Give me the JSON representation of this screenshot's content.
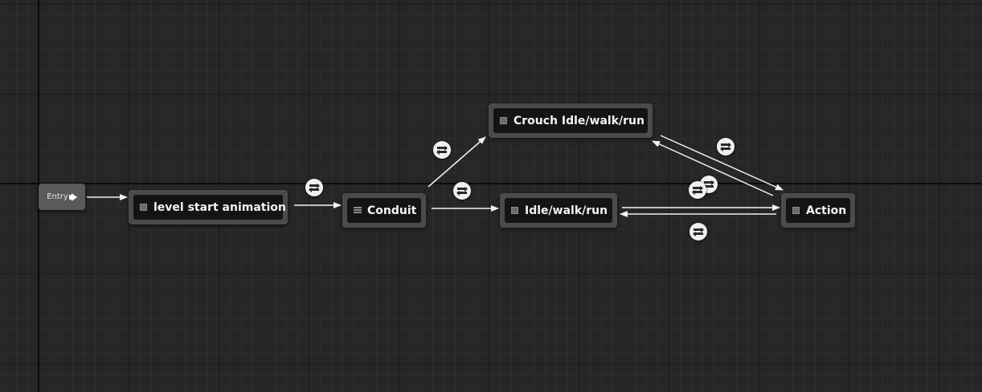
{
  "graph": {
    "entry_label": "Entry",
    "nodes": {
      "level_start": {
        "label": "level start animation",
        "kind": "state"
      },
      "conduit": {
        "label": "Conduit",
        "kind": "conduit"
      },
      "crouch": {
        "label": "Crouch Idle/walk/run",
        "kind": "state"
      },
      "idle": {
        "label": "Idle/walk/run",
        "kind": "state"
      },
      "action": {
        "label": "Action",
        "kind": "state"
      }
    },
    "transitions": [
      {
        "from": "entry",
        "to": "level_start"
      },
      {
        "from": "level_start",
        "to": "conduit"
      },
      {
        "from": "conduit",
        "to": "crouch"
      },
      {
        "from": "conduit",
        "to": "idle"
      },
      {
        "from": "idle",
        "to": "action"
      },
      {
        "from": "action",
        "to": "idle"
      },
      {
        "from": "crouch",
        "to": "action"
      },
      {
        "from": "action",
        "to": "crouch"
      }
    ],
    "colors": {
      "background": "#262626",
      "node_body": "#4b4b4b",
      "node_title": "#141414",
      "wire": "#f2f2f2",
      "rule_icon": "#f0f0f0"
    }
  }
}
